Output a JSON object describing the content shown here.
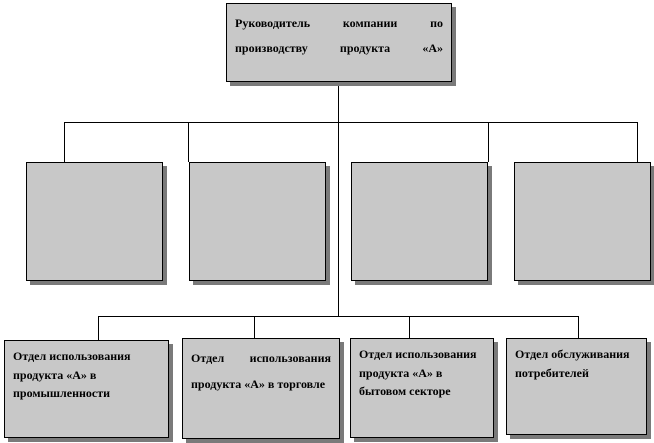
{
  "top": {
    "title": "Руководитель компании по производству продукта «А»"
  },
  "departments": [
    {
      "label": "Отдел использования продукта «А» в промышленности"
    },
    {
      "label": "Отдел использования продукта «А» в торговле"
    },
    {
      "label": "Отдел использования продукта «А» в бытовом секторе"
    },
    {
      "label": "Отдел обслуживания потребителей"
    }
  ],
  "colors": {
    "box_fill": "#c8c8c8",
    "box_shadow": "#7a7a7a",
    "line": "#000000"
  }
}
